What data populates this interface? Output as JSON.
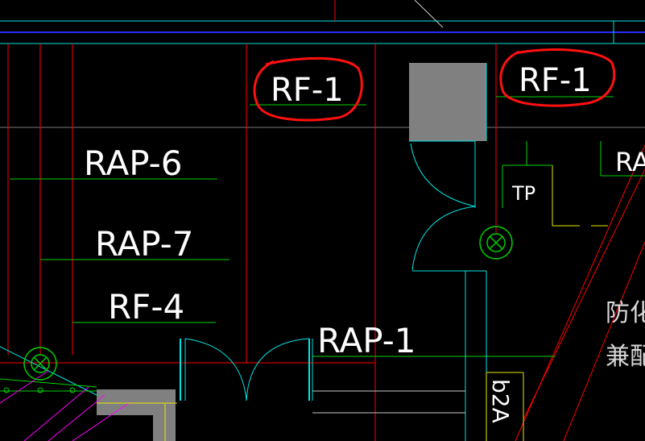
{
  "colors": {
    "background": "#000000",
    "red": "#ff0000",
    "green": "#00d200",
    "cyan": "#00e5e5",
    "blue": "#2a2aff",
    "white": "#ffffff",
    "gray_fill": "#808080",
    "magenta": "#ff00ff",
    "yellow": "#e8e800",
    "markup_red": "#ff1010"
  },
  "labels": {
    "rf1_left": "RF-1",
    "rf1_right": "RF-1",
    "rap6": "RAP-6",
    "rap7": "RAP-7",
    "rf4": "RF-4",
    "rap1": "RAP-1",
    "tp": "TP",
    "ra_partial": "RA",
    "b2a_partial": "b2A",
    "cn_line1": "防化",
    "cn_line2": "兼配"
  }
}
